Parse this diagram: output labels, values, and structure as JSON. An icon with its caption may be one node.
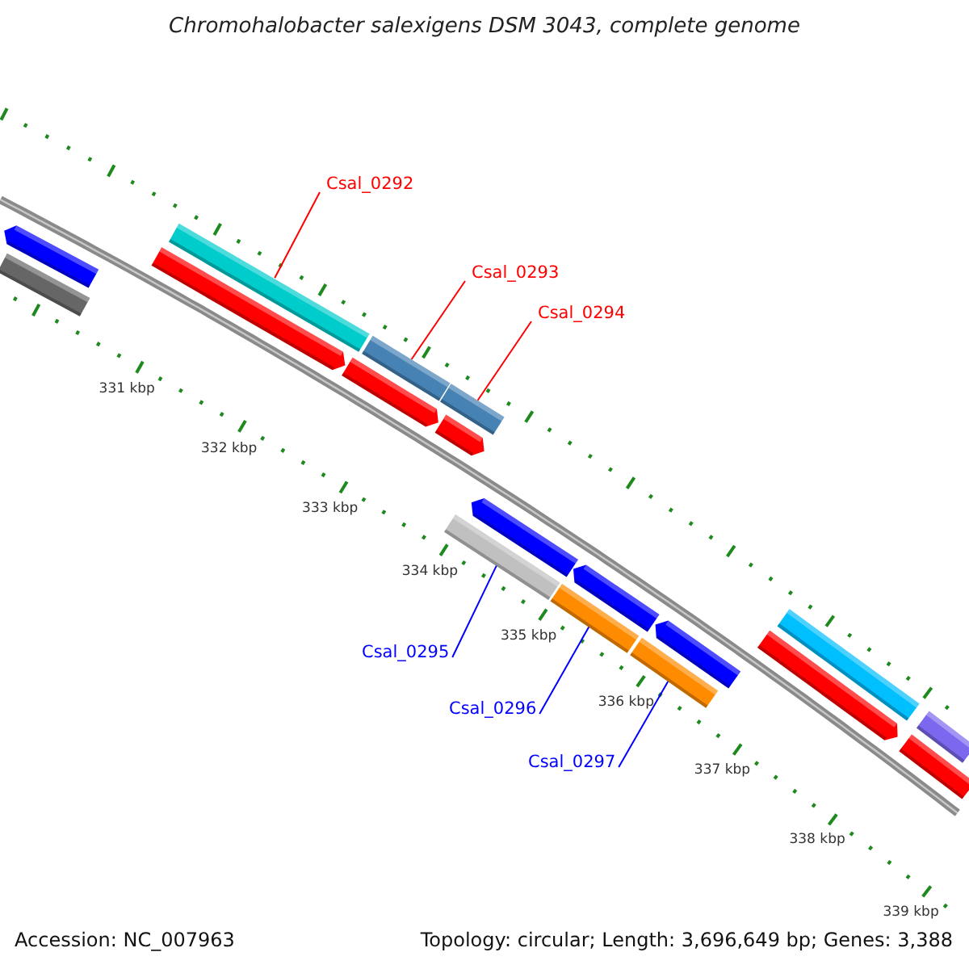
{
  "diagram": {
    "title": "Chromohalobacter salexigens DSM 3043, complete genome",
    "nodes": [
      {
        "text": [
          "Csal_0292"
        ]
      },
      {
        "text": [],
        "shape": "bar"
      },
      {
        "text": [
          "Csal_0293"
        ]
      },
      {
        "text": [],
        "shape": "bar"
      },
      {
        "text": [
          "Csal_0294"
        ]
      },
      {
        "text": [],
        "shape": "bar"
      },
      {
        "text": [
          "Csal_0295"
        ]
      },
      {
        "text": [],
        "shape": "bar"
      },
      {
        "text": [
          "Csal_0296"
        ]
      },
      {
        "text": [],
        "shape": "bar"
      },
      {
        "text": [
          "Csal_0297"
        ]
      },
      {
        "text": [],
        "shape": "bar"
      },
      {
        "text": [],
        "shape": "bar"
      },
      {
        "text": [],
        "shape": "bar"
      },
      {
        "text": [],
        "shape": "bar"
      },
      {
        "text": [],
        "shape": "bar"
      },
      {
        "text": [],
        "shape": "bar"
      },
      {
        "text": [],
        "shape": "bar"
      },
      {
        "text": [],
        "shape": "bar"
      },
      {
        "text": [],
        "shape": "bar"
      },
      {
        "text": [],
        "shape": "bar"
      },
      {
        "text": [],
        "shape": "bar"
      },
      {
        "text": [],
        "shape": "bar"
      },
      {
        "text": [],
        "shape": "bar"
      }
    ],
    "edges": [
      {
        "from": 0,
        "to": 1,
        "arrow": "none",
        "color": "#ff0000"
      },
      {
        "from": 2,
        "to": 3,
        "arrow": "none",
        "color": "#ff0000"
      },
      {
        "from": 4,
        "to": 5,
        "arrow": "none",
        "color": "#ff0000"
      },
      {
        "from": 6,
        "to": 7,
        "arrow": "none",
        "color": "#0000ff"
      },
      {
        "from": 8,
        "to": 9,
        "arrow": "none",
        "color": "#0000ff"
      },
      {
        "from": 10,
        "to": 11,
        "arrow": "none",
        "color": "#0000ff"
      }
    ],
    "labels": [
      "331 kbp",
      "332 kbp",
      "333 kbp",
      "334 kbp",
      "335 kbp",
      "336 kbp",
      "337 kbp",
      "338 kbp",
      "339 kbp",
      "Accession: NC_007963",
      "Topology: circular; Length: 3,696,649 bp; Genes: 3,388"
    ]
  }
}
